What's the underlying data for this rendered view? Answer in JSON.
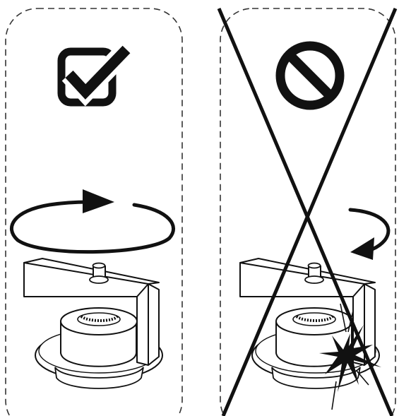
{
  "panels": [
    {
      "verdict": "correct",
      "indicator_icon": "checkbox-checked-icon",
      "motion": "full-rotation",
      "arrow_icon": "rotate-arrow-icon"
    },
    {
      "verdict": "incorrect",
      "indicator_icon": "prohibited-icon",
      "motion": "partial-rotation-reverse",
      "arrow_icon": "reverse-arrow-icon",
      "damage_icon": "break-burst-icon",
      "crossed_out": true
    }
  ],
  "colors": {
    "ink": "#111111",
    "background": "#ffffff",
    "dash": "#333333"
  }
}
